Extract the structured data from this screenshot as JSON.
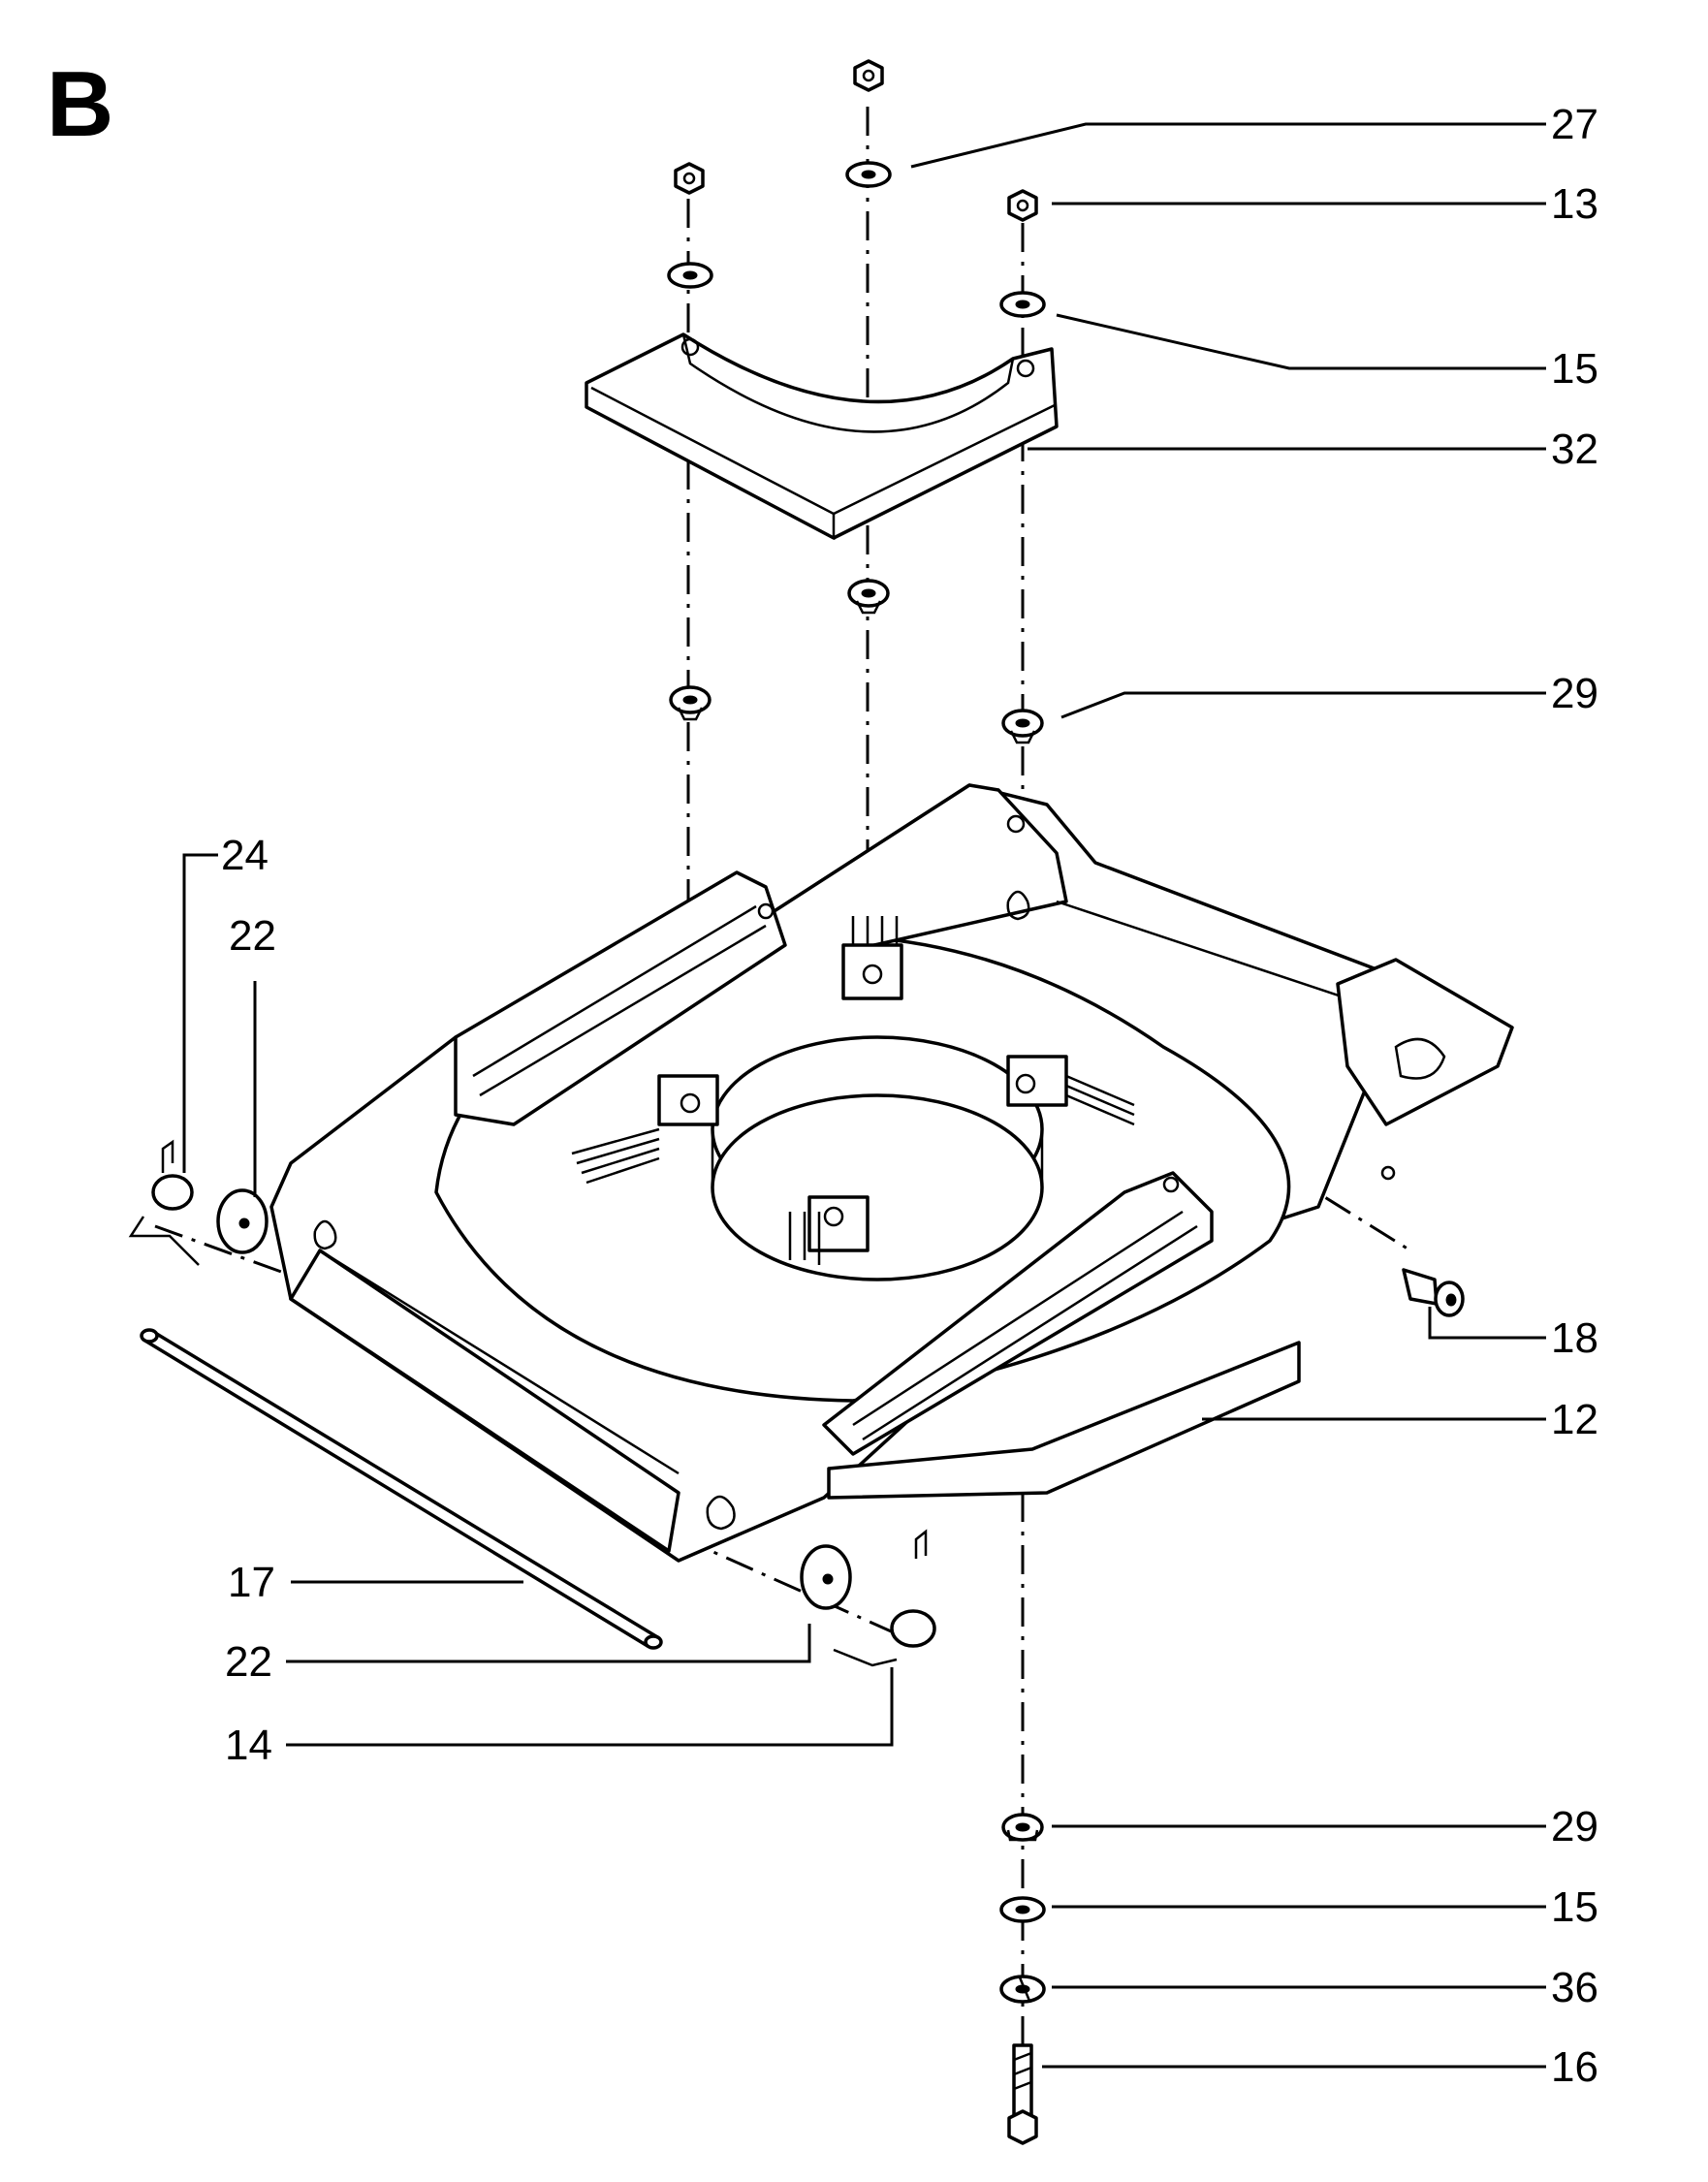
{
  "section": {
    "letter": "B"
  },
  "callouts": [
    {
      "id": "c27-top",
      "label": "27"
    },
    {
      "id": "c13",
      "label": "13"
    },
    {
      "id": "c15-top",
      "label": "15"
    },
    {
      "id": "c32",
      "label": "32"
    },
    {
      "id": "c29-top",
      "label": "29"
    },
    {
      "id": "c24",
      "label": "24"
    },
    {
      "id": "c22-left",
      "label": "22"
    },
    {
      "id": "c18",
      "label": "18"
    },
    {
      "id": "c12",
      "label": "12"
    },
    {
      "id": "c17",
      "label": "17"
    },
    {
      "id": "c22-bottom",
      "label": "22"
    },
    {
      "id": "c14",
      "label": "14"
    },
    {
      "id": "c29-bottom",
      "label": "29"
    },
    {
      "id": "c15-bottom",
      "label": "15"
    },
    {
      "id": "c36",
      "label": "36"
    },
    {
      "id": "c16",
      "label": "16"
    }
  ]
}
